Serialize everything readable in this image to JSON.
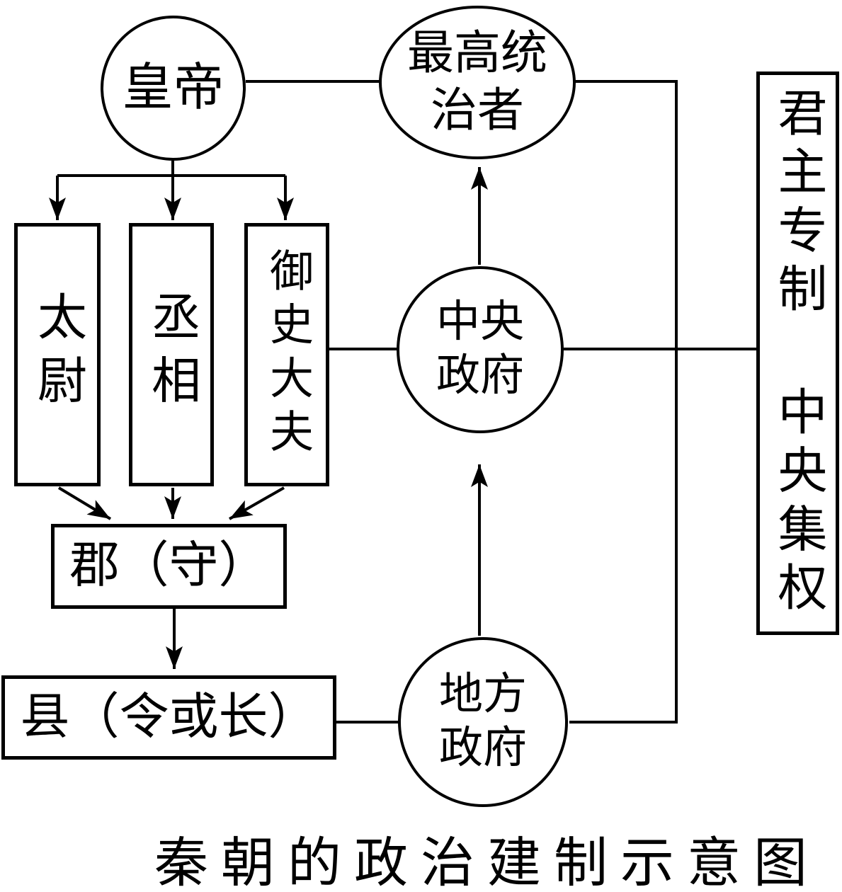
{
  "diagram": {
    "title": "秦朝的政治建制示意图",
    "colors": {
      "stroke": "#000000",
      "background": "#ffffff"
    },
    "nodes": {
      "emperor": {
        "label": "皇帝",
        "shape": "circle"
      },
      "supreme": {
        "label": "最高统\n治者",
        "shape": "ellipse"
      },
      "taiwei": {
        "label": "太尉",
        "shape": "rect-vertical"
      },
      "chengxiang": {
        "label": "丞相",
        "shape": "rect-vertical"
      },
      "yushidafu": {
        "label": "御史大夫",
        "shape": "rect-vertical"
      },
      "central": {
        "label": "中央\n政府",
        "shape": "circle"
      },
      "jun": {
        "label": "郡（守）",
        "shape": "rect"
      },
      "xian": {
        "label": "县（令或长）",
        "shape": "rect"
      },
      "local": {
        "label": "地方\n政府",
        "shape": "circle"
      },
      "summary_top": {
        "label": "君主专制",
        "shape": "rect-vertical"
      },
      "summary_bottom": {
        "label": "中央集权",
        "shape": "rect-vertical"
      }
    },
    "edges": [
      {
        "from": "emperor",
        "to": "supreme",
        "type": "line"
      },
      {
        "from": "emperor",
        "to": "taiwei",
        "type": "arrow"
      },
      {
        "from": "emperor",
        "to": "chengxiang",
        "type": "arrow"
      },
      {
        "from": "emperor",
        "to": "yushidafu",
        "type": "arrow"
      },
      {
        "from": "taiwei",
        "to": "jun",
        "type": "arrow"
      },
      {
        "from": "chengxiang",
        "to": "jun",
        "type": "arrow"
      },
      {
        "from": "yushidafu",
        "to": "jun",
        "type": "arrow"
      },
      {
        "from": "jun",
        "to": "xian",
        "type": "arrow"
      },
      {
        "from": "xian",
        "to": "local",
        "type": "line"
      },
      {
        "from": "local",
        "to": "central",
        "type": "arrow"
      },
      {
        "from": "central",
        "to": "supreme",
        "type": "arrow"
      },
      {
        "from": "yushidafu",
        "to": "central",
        "type": "line"
      },
      {
        "from": "central",
        "to": "summary",
        "type": "line"
      },
      {
        "from": "supreme",
        "to": "local",
        "type": "corner-line"
      }
    ]
  }
}
